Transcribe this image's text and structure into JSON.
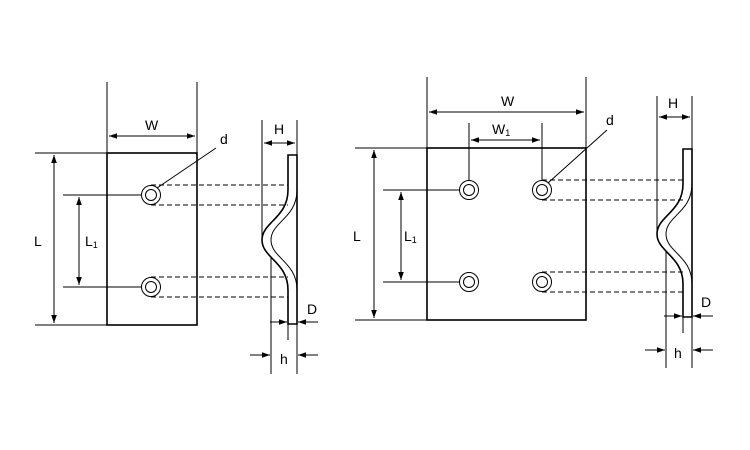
{
  "diagram": {
    "left": {
      "W": "W",
      "L": "L",
      "L1": {
        "main": "L",
        "sub": "1"
      },
      "d": "d",
      "H": "H",
      "D": "D",
      "h": "h"
    },
    "right": {
      "W": "W",
      "W1": {
        "main": "W",
        "sub": "1"
      },
      "L": "L",
      "L1": {
        "main": "L",
        "sub": "1"
      },
      "d": "d",
      "H": "H",
      "D": "D",
      "h": "h"
    }
  }
}
